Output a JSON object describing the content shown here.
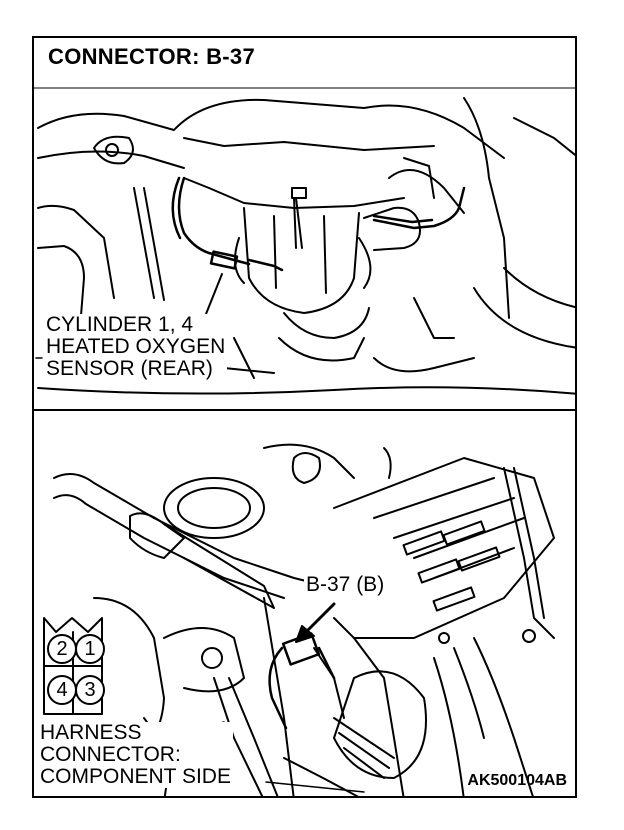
{
  "title": "CONNECTOR: B-37",
  "top_view": {
    "sensor_label_lines": [
      "CYLINDER 1, 4",
      "HEATED OXYGEN",
      "SENSOR (REAR)"
    ]
  },
  "bottom_view": {
    "connector_callout": "B-37 (B)",
    "harness_label_lines": [
      "HARNESS",
      "CONNECTOR:",
      "COMPONENT SIDE"
    ],
    "pins": [
      "2",
      "1",
      "4",
      "3"
    ]
  },
  "figure_code": "AK500104AB"
}
